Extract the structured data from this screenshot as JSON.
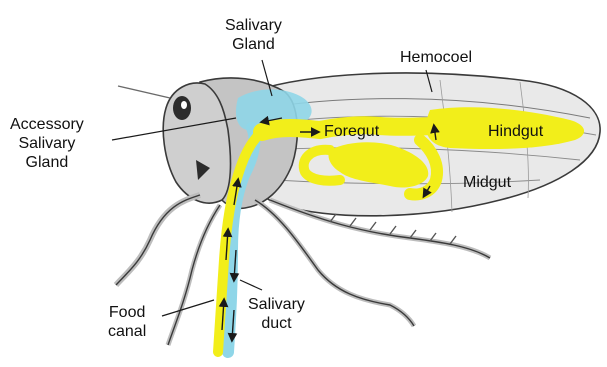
{
  "labels": {
    "salivary_gland": [
      "Salivary",
      "Gland"
    ],
    "hemocoel": "Hemocoel",
    "accessory_salivary_gland": [
      "Accessory",
      "Salivary",
      "Gland"
    ],
    "foregut": "Foregut",
    "hindgut": "Hindgut",
    "midgut": "Midgut",
    "food_canal": [
      "Food",
      "canal"
    ],
    "salivary_duct": [
      "Salivary",
      "duct"
    ]
  },
  "colors": {
    "digestive_tract": "#f2ee1a",
    "salivary_system": "#8fd6e8",
    "insect_body": "#bdbdbd",
    "outline": "#3a3a3a",
    "flow_arrows": "#1a1a1a",
    "label_text": "#111111"
  }
}
